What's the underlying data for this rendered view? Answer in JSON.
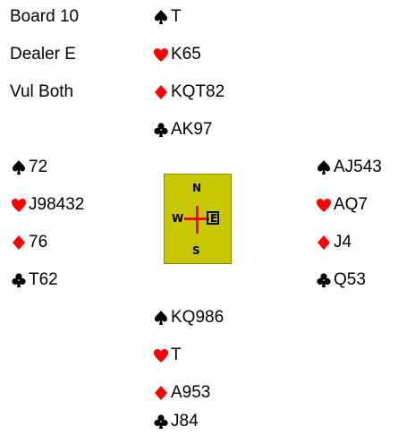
{
  "board": {
    "board_label": "Board 10",
    "dealer_label": "Dealer E",
    "vul_label": "Vul Both"
  },
  "hands": {
    "north": {
      "spades": "T",
      "hearts": "K65",
      "diamonds": "KQT82",
      "clubs": "AK97"
    },
    "west": {
      "spades": "72",
      "hearts": "J98432",
      "diamonds": "76",
      "clubs": "T62"
    },
    "east": {
      "spades": "AJ543",
      "hearts": "AQ7",
      "diamonds": "J4",
      "clubs": "Q53"
    },
    "south": {
      "spades": "KQ986",
      "hearts": "T",
      "diamonds": "A953",
      "clubs": "J84"
    }
  },
  "compass": {
    "north": "N",
    "south": "S",
    "west": "W",
    "east": "E",
    "dealer": "E"
  },
  "colors": {
    "black_suit": "#000000",
    "red_suit": "#ff0000",
    "compass_bg": "#c8c800",
    "compass_cross": "#ff0000"
  },
  "icons": {
    "spade": "spade-icon",
    "heart": "heart-icon",
    "diamond": "diamond-icon",
    "club": "club-icon"
  }
}
